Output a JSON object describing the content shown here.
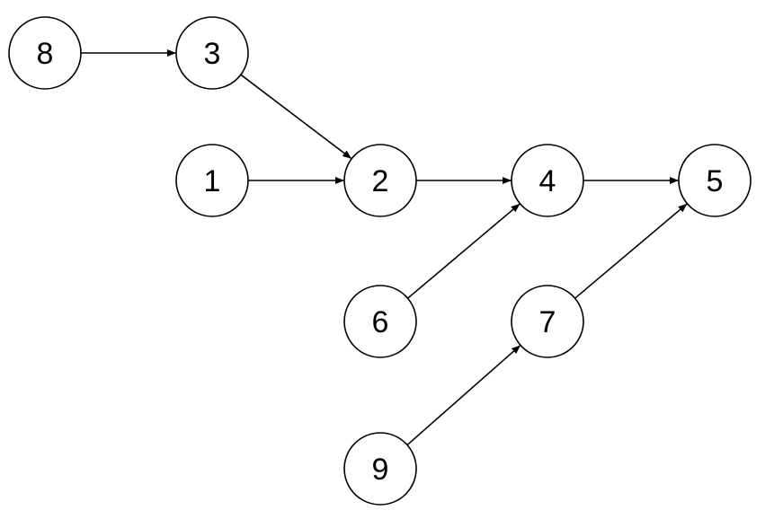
{
  "diagram": {
    "type": "directed-graph",
    "colors": {
      "stroke": "#000000",
      "fill": "#ffffff",
      "text": "#000000"
    },
    "nodes": [
      {
        "id": "8",
        "label": "8"
      },
      {
        "id": "3",
        "label": "3"
      },
      {
        "id": "1",
        "label": "1"
      },
      {
        "id": "2",
        "label": "2"
      },
      {
        "id": "4",
        "label": "4"
      },
      {
        "id": "5",
        "label": "5"
      },
      {
        "id": "6",
        "label": "6"
      },
      {
        "id": "7",
        "label": "7"
      },
      {
        "id": "9",
        "label": "9"
      }
    ],
    "edges": [
      {
        "from": "8",
        "to": "3"
      },
      {
        "from": "3",
        "to": "2"
      },
      {
        "from": "1",
        "to": "2"
      },
      {
        "from": "2",
        "to": "4"
      },
      {
        "from": "4",
        "to": "5"
      },
      {
        "from": "6",
        "to": "4"
      },
      {
        "from": "7",
        "to": "5"
      },
      {
        "from": "9",
        "to": "7"
      }
    ]
  }
}
